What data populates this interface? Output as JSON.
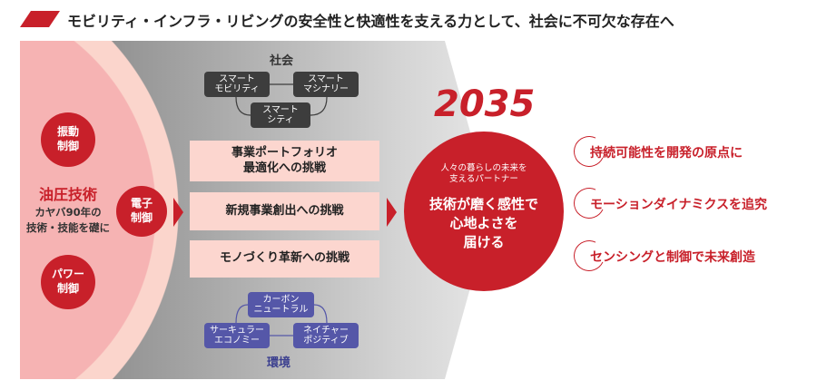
{
  "title": "モビリティ・インフラ・リビングの安全性と快適性を支える力として、社会に不可欠な存在へ",
  "core": {
    "label": "油圧技術",
    "sub": "カヤバ90年の\n技術・技能を礎に",
    "circles": [
      "振動\n制御",
      "パワー\n制御",
      "電子\n制御"
    ]
  },
  "society": {
    "label": "社会",
    "boxes": [
      "スマート\nモビリティ",
      "スマート\nマシナリー",
      "スマート\nシティ"
    ]
  },
  "challenges": [
    "事業ポートフォリオ\n最適化への挑戦",
    "新規事業創出への挑戦",
    "モノづくり革新への挑戦"
  ],
  "environment": {
    "label": "環境",
    "boxes": [
      "カーボン\nニュートラル",
      "サーキュラー\nエコノミー",
      "ネイチャー\nポジティブ"
    ]
  },
  "vision": {
    "year": "2035",
    "sub": "人々の暮らしの未来を\n支えるパートナー",
    "main": "技術が磨く感性で\n心地よさを\n届ける"
  },
  "pillars": [
    "持続可能性を開発の原点に",
    "モーションダイナミクスを追究",
    "センシングと制御で未来創造"
  ],
  "colors": {
    "accent": "#c8202a",
    "env": "#5557a8",
    "dark": "#3d3d3d",
    "pink": "#fcd6cf"
  }
}
